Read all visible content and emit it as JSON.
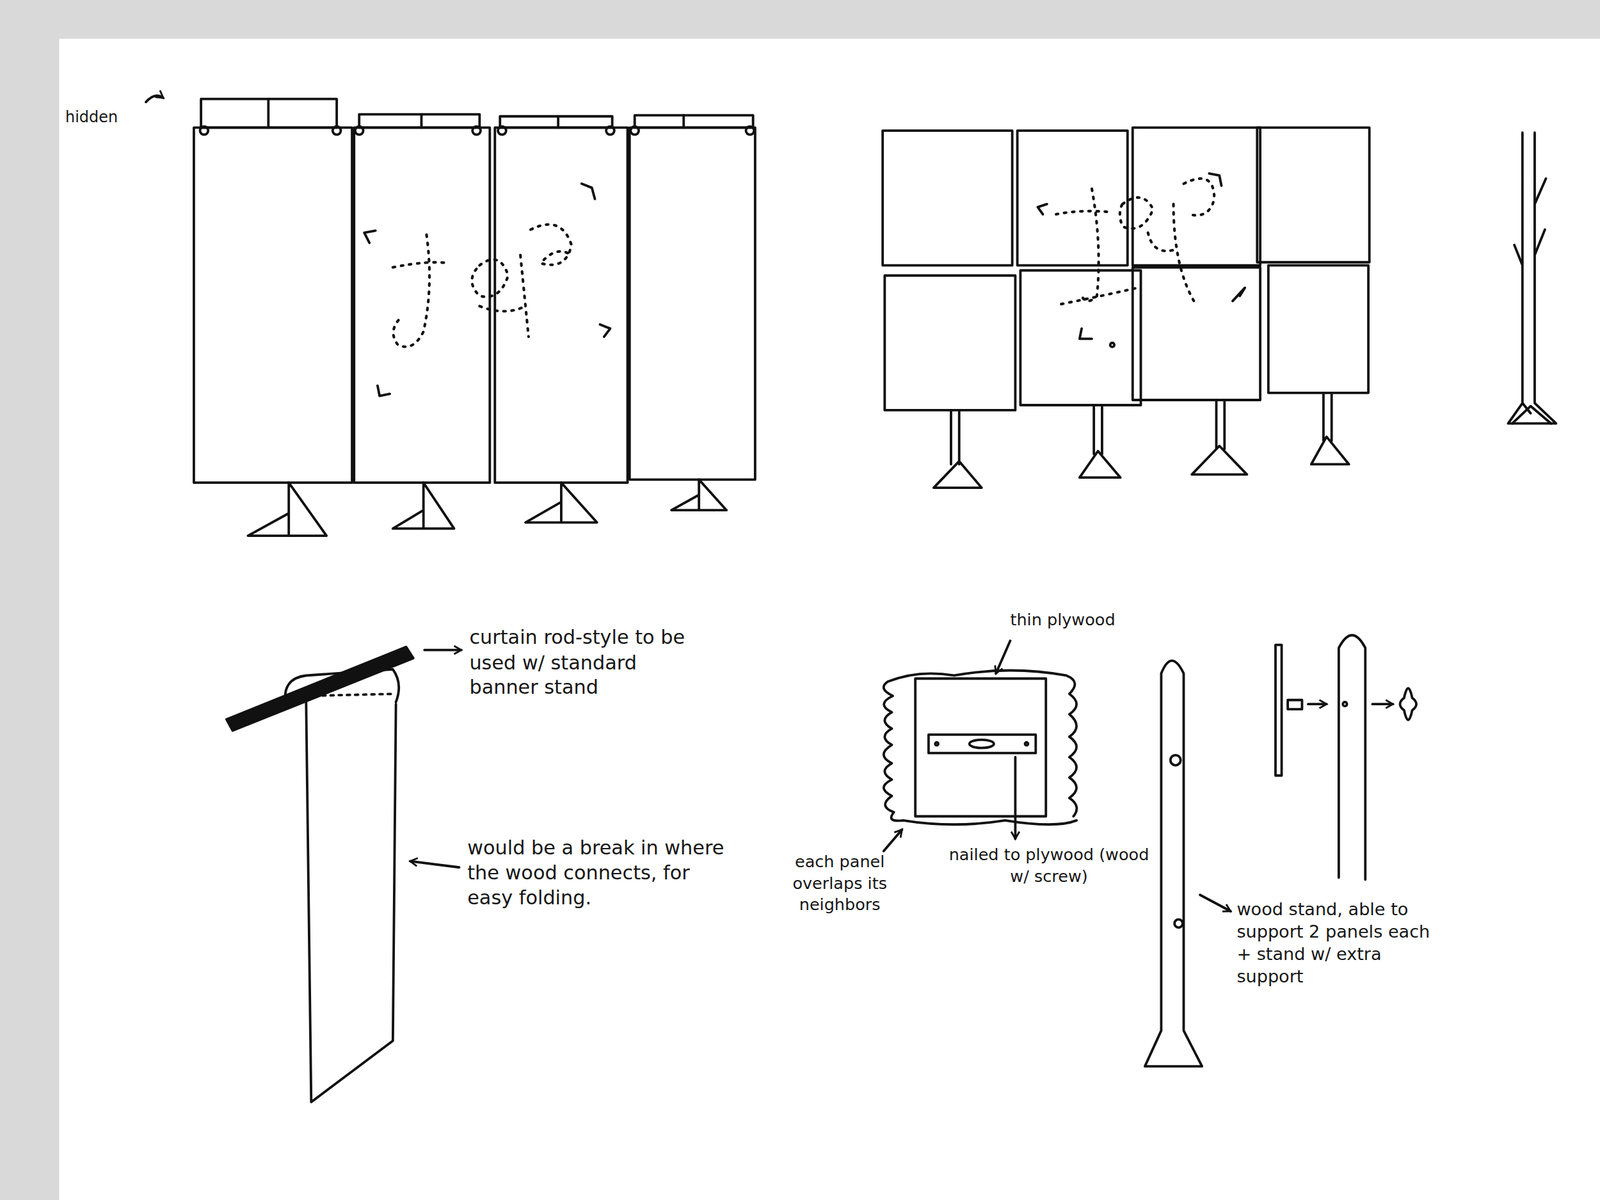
{
  "diagram": {
    "labels": [
      "hidden",
      "curtain rod-style to be used w/ standard banner stand",
      "would be a break in where the wood connects, for easy folding.",
      "thin plywood",
      "each panel overlaps its neighbors",
      "nailed to plywood (wood w/ screw)",
      "wood stand, able to support 2 panels each + stand w/ extra support"
    ]
  }
}
